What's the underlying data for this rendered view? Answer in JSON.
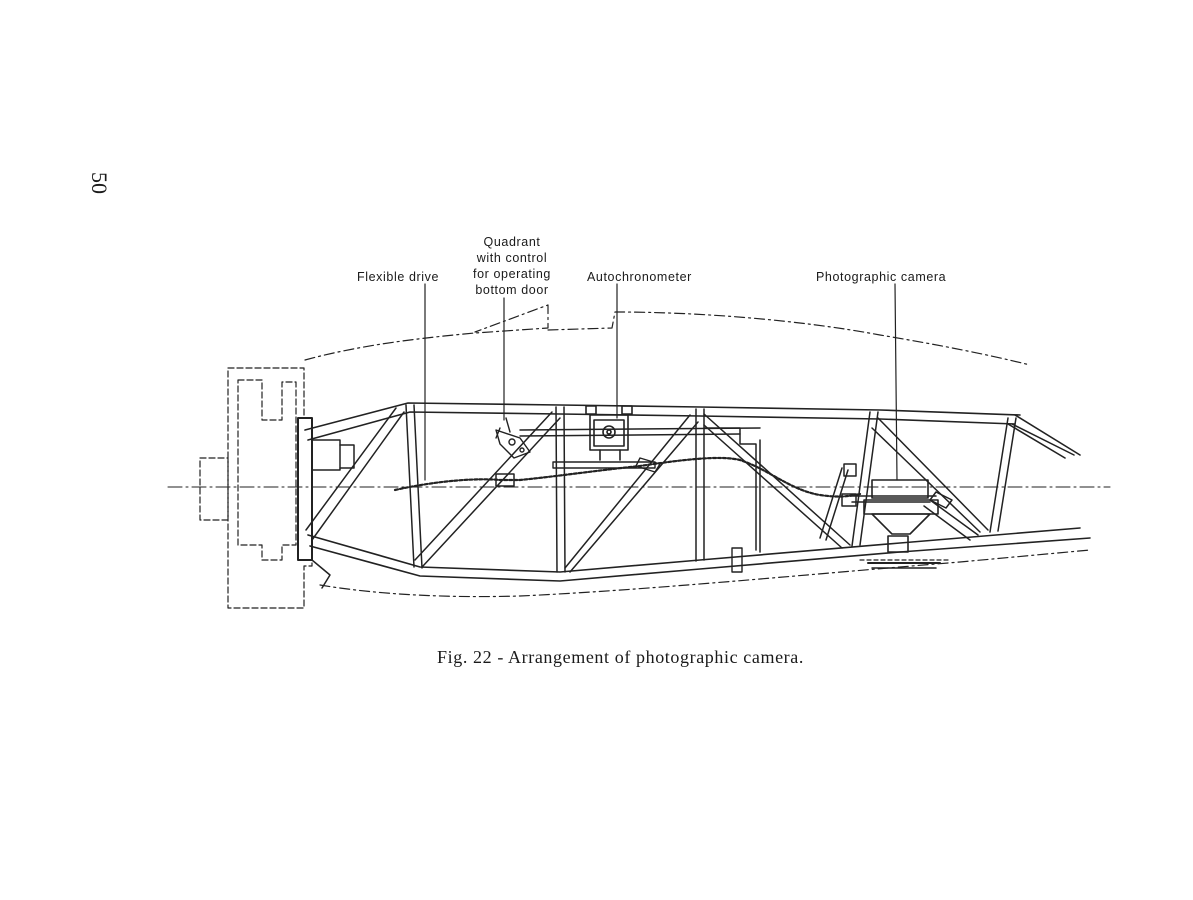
{
  "page": {
    "number": "50"
  },
  "figure": {
    "labels": {
      "flexible_drive": "Flexible drive",
      "quadrant_line1": "Quadrant",
      "quadrant_line2": "with control",
      "quadrant_line3": "for operating",
      "quadrant_line4": "bottom door",
      "autochronometer": "Autochronometer",
      "photographic_camera": "Photographic camera"
    },
    "caption": "Fig. 22 - Arrangement of photographic camera."
  }
}
